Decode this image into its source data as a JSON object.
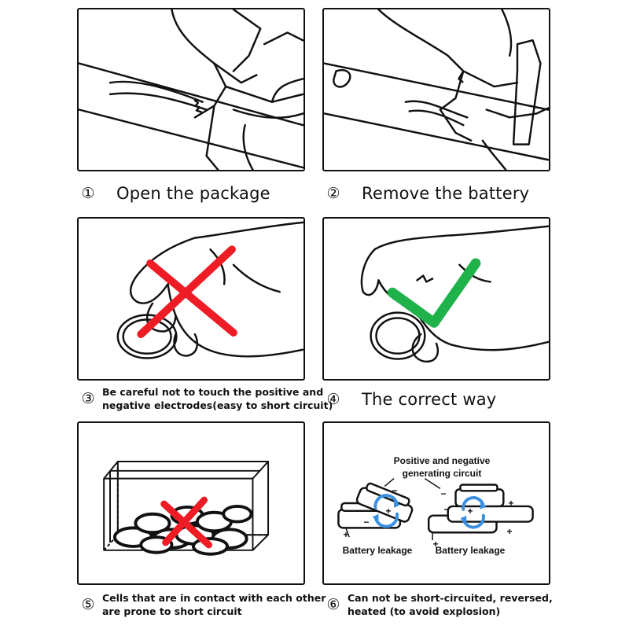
{
  "steps": [
    {
      "num": "①",
      "title": "Open the package"
    },
    {
      "num": "②",
      "title": "Remove the battery"
    },
    {
      "num": "③",
      "title_line1": "Be careful not to touch the positive and",
      "title_line2": "negative electrodes(easy to short circuit)"
    },
    {
      "num": "④",
      "title": "The correct way"
    },
    {
      "num": "⑤",
      "title_line1": "Cells that are in contact with each other",
      "title_line2": "are prone to short circuit"
    },
    {
      "num": "⑥",
      "title_line1": "Can not be short-circuited, reversed,",
      "title_line2": "heated (to avoid explosion)"
    }
  ],
  "panel6": {
    "heading_line1": "Positive and negative",
    "heading_line2": "generating circuit",
    "left_label": "Battery leakage",
    "right_label": "Battery leakage",
    "plus": "+",
    "minus": "−"
  },
  "colors": {
    "wrong_mark": "#ee1c25",
    "right_mark": "#1fb24a",
    "circuit_arrow": "#3a8fe0",
    "line": "#111111"
  },
  "icons": {
    "wrong": "cross-mark-icon",
    "right": "check-mark-icon"
  }
}
